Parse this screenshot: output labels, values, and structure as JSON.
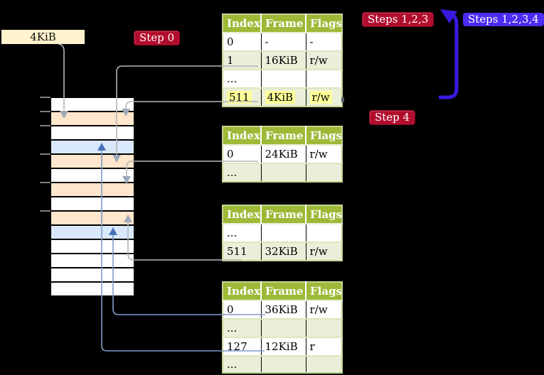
{
  "frame_box": {
    "label": "4KiB"
  },
  "badges": {
    "step0": "Step 0",
    "steps123": "Steps 1,2,3",
    "steps1234": "Steps 1,2,3,4",
    "step4": "Step 4"
  },
  "tables": [
    {
      "headers": [
        "Index",
        "Frame",
        "Flags"
      ],
      "rows": [
        {
          "index": "0",
          "frame": "-",
          "flags": "-"
        },
        {
          "index": "1",
          "frame": "16KiB",
          "flags": "r/w"
        },
        {
          "index": "...",
          "frame": "",
          "flags": ""
        },
        {
          "index": "511",
          "frame": "4KiB",
          "flags": "r/w"
        }
      ]
    },
    {
      "headers": [
        "Index",
        "Frame",
        "Flags"
      ],
      "rows": [
        {
          "index": "0",
          "frame": "24KiB",
          "flags": "r/w"
        },
        {
          "index": "...",
          "frame": "",
          "flags": ""
        }
      ]
    },
    {
      "headers": [
        "Index",
        "Frame",
        "Flags"
      ],
      "rows": [
        {
          "index": "...",
          "frame": "",
          "flags": ""
        },
        {
          "index": "511",
          "frame": "32KiB",
          "flags": "r/w"
        }
      ]
    },
    {
      "headers": [
        "Index",
        "Frame",
        "Flags"
      ],
      "rows": [
        {
          "index": "0",
          "frame": "36KiB",
          "flags": "r/w"
        },
        {
          "index": "...",
          "frame": "",
          "flags": ""
        },
        {
          "index": "127",
          "frame": "12KiB",
          "flags": "r"
        },
        {
          "index": "...",
          "frame": "",
          "flags": ""
        }
      ]
    }
  ],
  "memory_strip": {
    "rows": [
      "white",
      "peach",
      "white",
      "blue",
      "peach",
      "white",
      "peach",
      "white",
      "peach",
      "blue",
      "white",
      "white",
      "white",
      "white"
    ]
  },
  "connections": [
    "4KiB box -> strip row 2 (peach), gray arrow down",
    "table1 row '1' -> strip row 5 (peach), gray arrow down",
    "table1 row '511' -> strip row 2 (peach), gray arrow down",
    "table2 row '0' -> strip row 7 (peach), gray arrow down",
    "table3 row '511' -> strip row 9 (peach), gray arrow up",
    "table4 row '0' -> strip row 10 (blue), blue arrow up",
    "table4 row '127' -> strip row 4 (blue), blue arrow up",
    "thick blue loop arrow pointing up-left between the Steps badges"
  ],
  "colors": {
    "white": "#ffffff",
    "peach": "#ffe6cc",
    "blue": "#dae8fc",
    "badge_red": "#b20d2e",
    "badge_blue": "#4e2bf2",
    "table_header_green": "#9cba38",
    "table_row_green": "#e9efd8",
    "highlight_yellow": "#ffff99",
    "connector_gray": "#b5b5b5",
    "connector_blue": "#7e9cc9",
    "loop_arrow_blue": "#3a1ae0"
  }
}
